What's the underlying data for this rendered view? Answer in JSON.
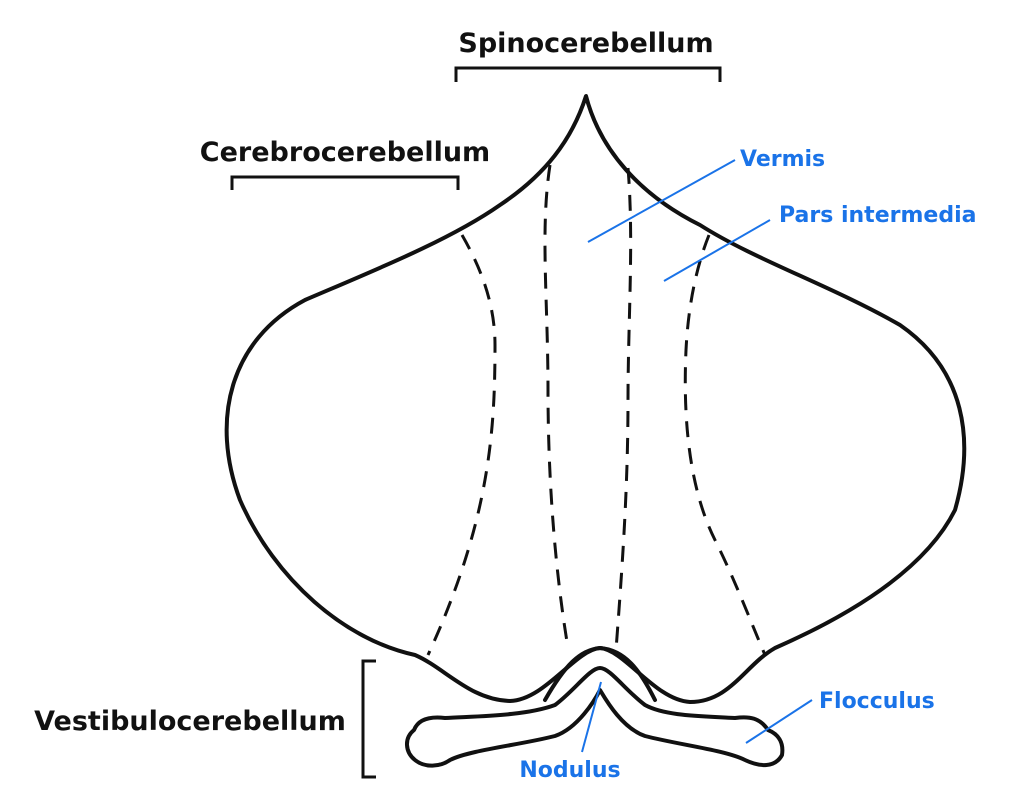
{
  "diagram": {
    "accent_color": "#1a73e8",
    "line_color": "#111111",
    "regions": {
      "spinocerebellum": "Spinocerebellum",
      "cerebrocerebellum": "Cerebrocerebellum",
      "vestibulocerebellum": "Vestibulocerebellum"
    },
    "parts": {
      "vermis": "Vermis",
      "pars_intermedia": "Pars intermedia",
      "flocculus": "Flocculus",
      "nodulus": "Nodulus"
    }
  }
}
